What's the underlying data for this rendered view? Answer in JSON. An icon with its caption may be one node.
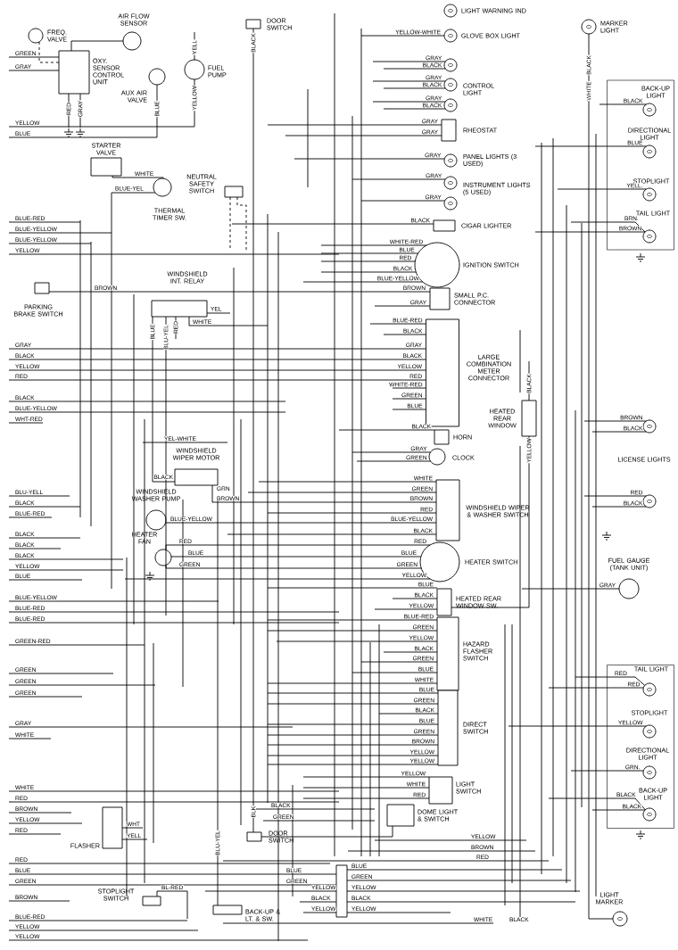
{
  "diagram": {
    "nodes": [
      {
        "text": [
          "FREQ. VALVE"
        ]
      },
      {
        "text": [
          "AIR FLOW SENSOR"
        ]
      },
      {
        "text": [
          "OXY. SENSOR CONTROL UNIT"
        ]
      },
      {
        "text": [
          "AUX AIR VALVE"
        ]
      },
      {
        "text": [
          "FUEL PUMP"
        ]
      },
      {
        "text": [
          "DOOR SWITCH"
        ]
      },
      {
        "text": [
          "STARTER VALVE"
        ]
      },
      {
        "text": [
          "NEUTRAL SAFETY SWITCH",
          "THERMAL TIMER SW."
        ]
      },
      {
        "text": [],
        "shape": "box"
      },
      {
        "text": [
          "PARKING BRAKE SWITCH"
        ]
      },
      {
        "text": [
          "WINDSHIELD INT. RELAY"
        ]
      },
      {
        "text": [
          "LIGHT WARNING IND"
        ]
      },
      {
        "text": [
          "GLOVE BOX LIGHT"
        ]
      },
      {
        "text": [
          "CONTROL LIGHT"
        ]
      },
      {
        "text": [
          "RHEOSTAT"
        ]
      },
      {
        "text": [
          "PANEL LIGHTS (3 USED)"
        ]
      },
      {
        "text": [
          "INSTRUMENT LIGHTS (5 USED)"
        ]
      },
      {
        "text": [
          "CIGAR LIGHTER"
        ]
      },
      {
        "text": [
          "IGNITION SWITCH"
        ]
      },
      {
        "text": [
          "SMALL P.C. CONNECTOR"
        ]
      },
      {
        "text": [
          "MARKER LIGHT"
        ]
      },
      {
        "text": [],
        "shape": "box"
      },
      {
        "text": [
          "BACK-UP LIGHT"
        ],
        "in": 21
      },
      {
        "text": [
          "DIRECTIONAL LIGHT"
        ],
        "in": 21
      },
      {
        "text": [
          "STOPLIGHT"
        ],
        "in": 21
      },
      {
        "text": [
          "TAIL LIGHT"
        ],
        "in": 21
      },
      {
        "text": [
          "LARGE COMBINATION METER CONNECTOR"
        ]
      },
      {
        "text": [
          "HEATED REAR WINDOW"
        ]
      },
      {
        "text": [
          "HORN"
        ]
      },
      {
        "text": [
          "CLOCK"
        ]
      },
      {
        "text": [
          "LICENSE LIGHTS"
        ]
      },
      {
        "text": [
          "WINDSHIELD WIPER MOTOR"
        ]
      },
      {
        "text": [
          "WINDSHIELD WASHER PUMP"
        ]
      },
      {
        "text": [
          "HEATER FAN"
        ]
      },
      {
        "text": [
          "WINDSHIELD WIPER & WASHER SWITCH"
        ]
      },
      {
        "text": [
          "HEATER SWITCH"
        ]
      },
      {
        "text": [
          "FUEL GAUGE (TANK UNIT)"
        ]
      },
      {
        "text": [
          "HEATED REAR WINDOW SW."
        ]
      },
      {
        "text": [
          "HAZARD FLASHER SWITCH"
        ]
      },
      {
        "text": [],
        "shape": "box"
      },
      {
        "text": [
          "TAIL LIGHT"
        ],
        "in": 39
      },
      {
        "text": [
          "STOPLIGHT"
        ],
        "in": 39
      },
      {
        "text": [
          "DIRECTIONAL LIGHT"
        ],
        "in": 39
      },
      {
        "text": [
          "BACK-UP LIGHT"
        ],
        "in": 39
      },
      {
        "text": [
          "DIRECT SWITCH"
        ]
      },
      {
        "text": [
          "LIGHT SWITCH"
        ]
      },
      {
        "text": [
          "DOME LIGHT & SWITCH"
        ]
      },
      {
        "text": [
          "FLASHER"
        ]
      },
      {
        "text": [
          "DOOR SWITCH"
        ]
      },
      {
        "text": [
          "STOPLIGHT SWITCH"
        ]
      },
      {
        "text": [],
        "shape": "box"
      },
      {
        "text": [
          "BACK-UP & LT. & SW."
        ]
      },
      {
        "text": [
          "LIGHT MARKER"
        ]
      },
      {
        "text": [],
        "shape": "circle"
      },
      {
        "text": [],
        "shape": "circle"
      },
      {
        "text": [],
        "shape": "circle"
      },
      {
        "text": [],
        "shape": "circle"
      }
    ],
    "edges": [
      {
        "from": 0,
        "to": 2,
        "arrow": "none",
        "style": "dashed"
      },
      {
        "from": 1,
        "to": 2,
        "arrow": "none"
      },
      {
        "from": 6,
        "to": 7,
        "arrow": "none",
        "label": "WHITE"
      },
      {
        "from": null,
        "to": 7,
        "arrow": "none",
        "label": "BLUE-YEL"
      },
      {
        "from": 10,
        "to": 31,
        "arrow": "none",
        "label": "BLUE"
      },
      {
        "from": 32,
        "to": 34,
        "arrow": "none",
        "label": "BLUE-YELLOW"
      },
      {
        "from": 31,
        "to": 34,
        "arrow": "none",
        "label": "BROWN"
      },
      {
        "from": 33,
        "to": 35,
        "arrow": "none",
        "label": "RED"
      },
      {
        "from": 33,
        "to": 35,
        "arrow": "none",
        "label": "BLUE"
      },
      {
        "from": 33,
        "to": 35,
        "arrow": "none",
        "label": "GREEN"
      },
      {
        "from": 20,
        "to": 52,
        "arrow": "none",
        "label": "BLACK"
      },
      {
        "from": 5,
        "to": 48,
        "arrow": "none",
        "label": "BLACK"
      },
      {
        "from": 27,
        "to": 37,
        "arrow": "none",
        "label": "YELLOW"
      },
      {
        "from": 46,
        "to": 48,
        "arrow": "none"
      },
      {
        "from": 9,
        "to": 19,
        "arrow": "none",
        "label": "BROWN"
      },
      {
        "from": null,
        "to": 2,
        "arrow": "none",
        "label": "GREEN"
      },
      {
        "from": null,
        "to": 2,
        "arrow": "none",
        "label": "GRAY"
      },
      {
        "from": 2,
        "to": null,
        "arrow": "none",
        "label": "RED"
      },
      {
        "from": 2,
        "to": null,
        "arrow": "none",
        "label": "GRAY"
      },
      {
        "from": null,
        "to": 3,
        "arrow": "none",
        "label": "BLUE"
      },
      {
        "from": null,
        "to": 4,
        "arrow": "none",
        "label": "YELL"
      },
      {
        "from": null,
        "to": 4,
        "arrow": "none",
        "label": "YELLOW"
      },
      {
        "from": null,
        "to": 12,
        "arrow": "none",
        "label": "YELLOW-WHITE"
      },
      {
        "from": null,
        "to": 54,
        "arrow": "none",
        "label": "GRAY"
      },
      {
        "from": null,
        "to": 54,
        "arrow": "none",
        "label": "BLACK"
      },
      {
        "from": null,
        "to": 13,
        "arrow": "none",
        "label": "GRAY"
      },
      {
        "from": null,
        "to": 13,
        "arrow": "none",
        "label": "BLACK"
      },
      {
        "from": null,
        "to": 55,
        "arrow": "none",
        "label": "GRAY"
      },
      {
        "from": null,
        "to": 55,
        "arrow": "none",
        "label": "BLACK"
      },
      {
        "from": null,
        "to": 14,
        "arrow": "none",
        "label": "GRAY"
      },
      {
        "from": null,
        "to": 14,
        "arrow": "none",
        "label": "GRAY"
      },
      {
        "from": null,
        "to": 15,
        "arrow": "none",
        "label": "GRAY"
      },
      {
        "from": null,
        "to": 16,
        "arrow": "none",
        "label": "GRAY"
      },
      {
        "from": null,
        "to": 56,
        "arrow": "none",
        "label": "GRAY"
      },
      {
        "from": null,
        "to": 17,
        "arrow": "none",
        "label": "BLACK"
      },
      {
        "from": null,
        "to": 18,
        "arrow": "none",
        "label": "WHITE-RED"
      },
      {
        "from": null,
        "to": 18,
        "arrow": "none",
        "label": "BLUE"
      },
      {
        "from": null,
        "to": 18,
        "arrow": "none",
        "label": "RED"
      },
      {
        "from": null,
        "to": 18,
        "arrow": "none",
        "label": "BLACK"
      },
      {
        "from": null,
        "to": 18,
        "arrow": "none",
        "label": "BLUE-YELLOW"
      },
      {
        "from": null,
        "to": 19,
        "arrow": "none",
        "label": "GRAY"
      },
      {
        "from": null,
        "to": 26,
        "arrow": "none",
        "label": "BLUE-RED"
      },
      {
        "from": null,
        "to": 26,
        "arrow": "none",
        "label": "BLACK"
      },
      {
        "from": null,
        "to": 26,
        "arrow": "none",
        "label": "GRAY"
      },
      {
        "from": null,
        "to": 26,
        "arrow": "none",
        "label": "BLACK"
      },
      {
        "from": null,
        "to": 26,
        "arrow": "none",
        "label": "YELLOW"
      },
      {
        "from": null,
        "to": 26,
        "arrow": "none",
        "label": "RED"
      },
      {
        "from": null,
        "to": 26,
        "arrow": "none",
        "label": "WHITE-RED"
      },
      {
        "from": null,
        "to": 26,
        "arrow": "none",
        "label": "GREEN"
      },
      {
        "from": null,
        "to": 26,
        "arrow": "none",
        "label": "BLUE"
      },
      {
        "from": null,
        "to": 28,
        "arrow": "none",
        "label": "BLACK"
      },
      {
        "from": null,
        "to": 29,
        "arrow": "none",
        "label": "GRAY"
      },
      {
        "from": null,
        "to": 29,
        "arrow": "none",
        "label": "GREEN"
      },
      {
        "from": null,
        "to": 34,
        "arrow": "none",
        "label": "WHITE"
      },
      {
        "from": null,
        "to": 34,
        "arrow": "none",
        "label": "GREEN"
      },
      {
        "from": null,
        "to": 34,
        "arrow": "none",
        "label": "RED"
      },
      {
        "from": null,
        "to": 34,
        "arrow": "none",
        "label": "BLACK"
      },
      {
        "from": null,
        "to": 35,
        "arrow": "none",
        "label": "YELLOW"
      },
      {
        "from": null,
        "to": 37,
        "arrow": "none",
        "label": "BLUE"
      },
      {
        "from": null,
        "to": 37,
        "arrow": "none",
        "label": "BLACK"
      },
      {
        "from": null,
        "to": 37,
        "arrow": "none",
        "label": "YELLOW"
      },
      {
        "from": null,
        "to": 38,
        "arrow": "none",
        "label": "BLUE-RED"
      },
      {
        "from": null,
        "to": 38,
        "arrow": "none",
        "label": "GREEN"
      },
      {
        "from": null,
        "to": 38,
        "arrow": "none",
        "label": "YELLOW"
      },
      {
        "from": null,
        "to": 38,
        "arrow": "none",
        "label": "BLACK"
      },
      {
        "from": null,
        "to": 38,
        "arrow": "none",
        "label": "GREEN"
      },
      {
        "from": null,
        "to": 38,
        "arrow": "none",
        "label": "BLUE"
      },
      {
        "from": null,
        "to": 38,
        "arrow": "none",
        "label": "WHITE"
      },
      {
        "from": null,
        "to": 44,
        "arrow": "none",
        "label": "BLUE"
      },
      {
        "from": null,
        "to": 44,
        "arrow": "none",
        "label": "GREEN"
      },
      {
        "from": null,
        "to": 44,
        "arrow": "none",
        "label": "BLACK"
      },
      {
        "from": null,
        "to": 44,
        "arrow": "none",
        "label": "BLUE"
      },
      {
        "from": null,
        "to": 44,
        "arrow": "none",
        "label": "GREEN"
      },
      {
        "from": null,
        "to": 44,
        "arrow": "none",
        "label": "BROWN"
      },
      {
        "from": null,
        "to": 44,
        "arrow": "none",
        "label": "YELLOW"
      },
      {
        "from": null,
        "to": 44,
        "arrow": "none",
        "label": "YELLOW"
      },
      {
        "from": null,
        "to": 45,
        "arrow": "none",
        "label": "YELLOW"
      },
      {
        "from": null,
        "to": 45,
        "arrow": "none",
        "label": "WHITE"
      },
      {
        "from": null,
        "to": 45,
        "arrow": "none",
        "label": "RED"
      },
      {
        "from": null,
        "to": 22,
        "arrow": "none",
        "label": "BLACK"
      },
      {
        "from": null,
        "to": 23,
        "arrow": "none",
        "label": "BLUE"
      },
      {
        "from": null,
        "to": 24,
        "arrow": "none",
        "label": "YELL."
      },
      {
        "from": null,
        "to": 25,
        "arrow": "none",
        "label": "BRN."
      },
      {
        "from": null,
        "to": 25,
        "arrow": "none",
        "label": "BROWN"
      },
      {
        "from": null,
        "to": 30,
        "arrow": "none",
        "label": "BROWN"
      },
      {
        "from": null,
        "to": 30,
        "arrow": "none",
        "label": "BLACK"
      },
      {
        "from": null,
        "to": 53,
        "arrow": "none",
        "label": "RED"
      },
      {
        "from": null,
        "to": 53,
        "arrow": "none",
        "label": "BLACK"
      },
      {
        "from": null,
        "to": 36,
        "arrow": "none",
        "label": "GRAY"
      },
      {
        "from": null,
        "to": 40,
        "arrow": "none",
        "label": "RED"
      },
      {
        "from": null,
        "to": 40,
        "arrow": "none",
        "label": "RED"
      },
      {
        "from": null,
        "to": 41,
        "arrow": "none",
        "label": "YELLOW"
      },
      {
        "from": null,
        "to": 42,
        "arrow": "none",
        "label": "GRN."
      },
      {
        "from": null,
        "to": 43,
        "arrow": "none",
        "label": "BLACK"
      },
      {
        "from": null,
        "to": 43,
        "arrow": "none",
        "label": "BLACK"
      },
      {
        "from": null,
        "to": 50,
        "arrow": "none",
        "label": "BLUE"
      },
      {
        "from": null,
        "to": 50,
        "arrow": "none",
        "label": "GREEN"
      },
      {
        "from": null,
        "to": 50,
        "arrow": "none",
        "label": "YELLOW"
      },
      {
        "from": null,
        "to": 50,
        "arrow": "none",
        "label": "BLACK"
      },
      {
        "from": null,
        "to": 50,
        "arrow": "none",
        "label": "YELLOW"
      },
      {
        "from": 50,
        "to": null,
        "arrow": "none",
        "label": "BLUE"
      },
      {
        "from": 50,
        "to": null,
        "arrow": "none",
        "label": "GREEN"
      },
      {
        "from": 50,
        "to": null,
        "arrow": "none",
        "label": "YELLOW"
      },
      {
        "from": 50,
        "to": null,
        "arrow": "none",
        "label": "BLACK"
      },
      {
        "from": 50,
        "to": null,
        "arrow": "none",
        "label": "YELLOW"
      },
      {
        "from": 47,
        "to": null,
        "arrow": "none",
        "label": "WHT"
      },
      {
        "from": 47,
        "to": null,
        "arrow": "none",
        "label": "YELL"
      },
      {
        "from": 49,
        "to": null,
        "arrow": "none",
        "label": "BL-RED"
      },
      {
        "from": null,
        "to": 51,
        "arrow": "none",
        "label": "BLU-YEL"
      },
      {
        "from": 10,
        "to": null,
        "arrow": "none",
        "label": "YEL"
      },
      {
        "from": 10,
        "to": null,
        "arrow": "none",
        "label": "BLU-YEL"
      },
      {
        "from": 10,
        "to": null,
        "arrow": "none",
        "label": "RED"
      },
      {
        "from": 10,
        "to": null,
        "arrow": "none",
        "label": "WHITE"
      },
      {
        "from": 27,
        "to": null,
        "arrow": "none",
        "label": "BLACK"
      },
      {
        "from": 8,
        "to": null,
        "arrow": "none",
        "style": "dashed"
      },
      {
        "from": 8,
        "to": null,
        "arrow": "none",
        "style": "dashed"
      }
    ],
    "labels": [
      "YELLOW",
      "BLUE",
      "BLUE-RED",
      "BLUE-YELLOW",
      "BLUE-YELLOW",
      "YELLOW",
      "BLACK",
      "BLUE-YELLOW",
      "WHT-RED",
      "BLU-YELL",
      "BLACK",
      "BLUE-RED",
      "BLACK",
      "BLACK",
      "BLACK",
      "YELLOW",
      "BLUE",
      "BLUE-YELLOW",
      "BLUE-RED",
      "BLUE-RED",
      "GREEN-RED",
      "GREEN",
      "GREEN",
      "GREEN",
      "GRAY",
      "WHITE",
      "WHITE",
      "RED",
      "BROWN",
      "YELLOW",
      "RED",
      "RED",
      "BROWN",
      "BLUE-RED",
      "YELLOW",
      "YELLOW",
      "YEL-WHITE",
      "BLACK",
      "GRN",
      "BLK",
      "BLACK",
      "GREEN",
      "WHITE",
      "BROWN",
      "GRAY",
      "BLACK",
      "YELLOW",
      "RED",
      "BROWN",
      "BLUE-YELLOW",
      "RED",
      "BLUE",
      "GREEN",
      "YELLOW",
      "BROWN",
      "RED",
      "BLUE",
      "GREEN",
      "WHITE",
      "BLACK"
    ]
  }
}
